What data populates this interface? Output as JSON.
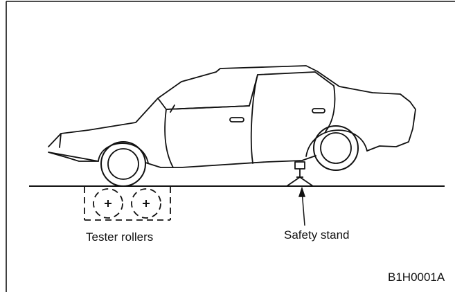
{
  "labels": {
    "tester_rollers": "Tester rollers",
    "safety_stand": "Safety stand",
    "figure_code": "B1H0001A"
  },
  "colors": {
    "line": "#111111",
    "background": "#ffffff"
  }
}
